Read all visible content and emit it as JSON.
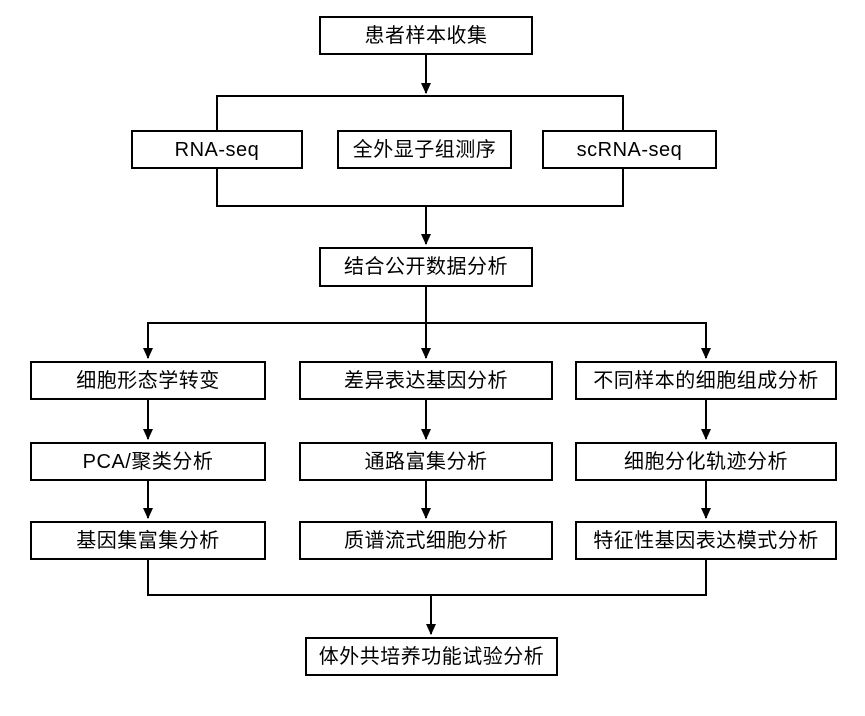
{
  "style": {
    "line_color": "#000000",
    "box_border_color": "#000000",
    "box_fill": "#ffffff",
    "text_color": "#000000",
    "page_bg": "#ffffff"
  },
  "flowchart": {
    "type": "flowchart",
    "nodes": {
      "patient_sample_collection": {
        "label": "患者样本收集"
      },
      "rna_seq": {
        "label": "RNA-seq"
      },
      "whole_exome_sequencing": {
        "label": "全外显子组测序"
      },
      "scrna_seq": {
        "label": "scRNA-seq"
      },
      "public_data_analysis": {
        "label": "结合公开数据分析"
      },
      "cell_morphology_change": {
        "label": "细胞形态学转变"
      },
      "deg_analysis": {
        "label": "差异表达基因分析"
      },
      "cell_composition_analysis": {
        "label": "不同样本的细胞组成分析"
      },
      "pca_cluster_analysis": {
        "label": "PCA/聚类分析"
      },
      "pathway_enrichment_analysis": {
        "label": "通路富集分析"
      },
      "differentiation_trajectory_analysis": {
        "label": "细胞分化轨迹分析"
      },
      "gene_set_enrichment_analysis": {
        "label": "基因集富集分析"
      },
      "mass_cytometry_analysis": {
        "label": "质谱流式细胞分析"
      },
      "signature_gene_expression_analysis": {
        "label": "特征性基因表达模式分析"
      },
      "coculture_functional_assay": {
        "label": "体外共培养功能试验分析"
      }
    },
    "edges": [
      {
        "from": "patient_sample_collection",
        "to": "sequencing_group",
        "arrow": true
      },
      {
        "from": "sequencing_group",
        "to": "public_data_analysis",
        "arrow": true
      },
      {
        "from": "public_data_analysis",
        "to": "cell_morphology_change",
        "arrow": true
      },
      {
        "from": "public_data_analysis",
        "to": "deg_analysis",
        "arrow": true
      },
      {
        "from": "public_data_analysis",
        "to": "cell_composition_analysis",
        "arrow": true
      },
      {
        "from": "cell_morphology_change",
        "to": "pca_cluster_analysis",
        "arrow": true
      },
      {
        "from": "deg_analysis",
        "to": "pathway_enrichment_analysis",
        "arrow": true
      },
      {
        "from": "cell_composition_analysis",
        "to": "differentiation_trajectory_analysis",
        "arrow": true
      },
      {
        "from": "pca_cluster_analysis",
        "to": "gene_set_enrichment_analysis",
        "arrow": true
      },
      {
        "from": "pathway_enrichment_analysis",
        "to": "mass_cytometry_analysis",
        "arrow": true
      },
      {
        "from": "differentiation_trajectory_analysis",
        "to": "signature_gene_expression_analysis",
        "arrow": true
      },
      {
        "from": "gene_set_enrichment_analysis",
        "to": "coculture_functional_assay",
        "arrow": true
      },
      {
        "from": "signature_gene_expression_analysis",
        "to": "coculture_functional_assay",
        "arrow": true
      }
    ]
  }
}
